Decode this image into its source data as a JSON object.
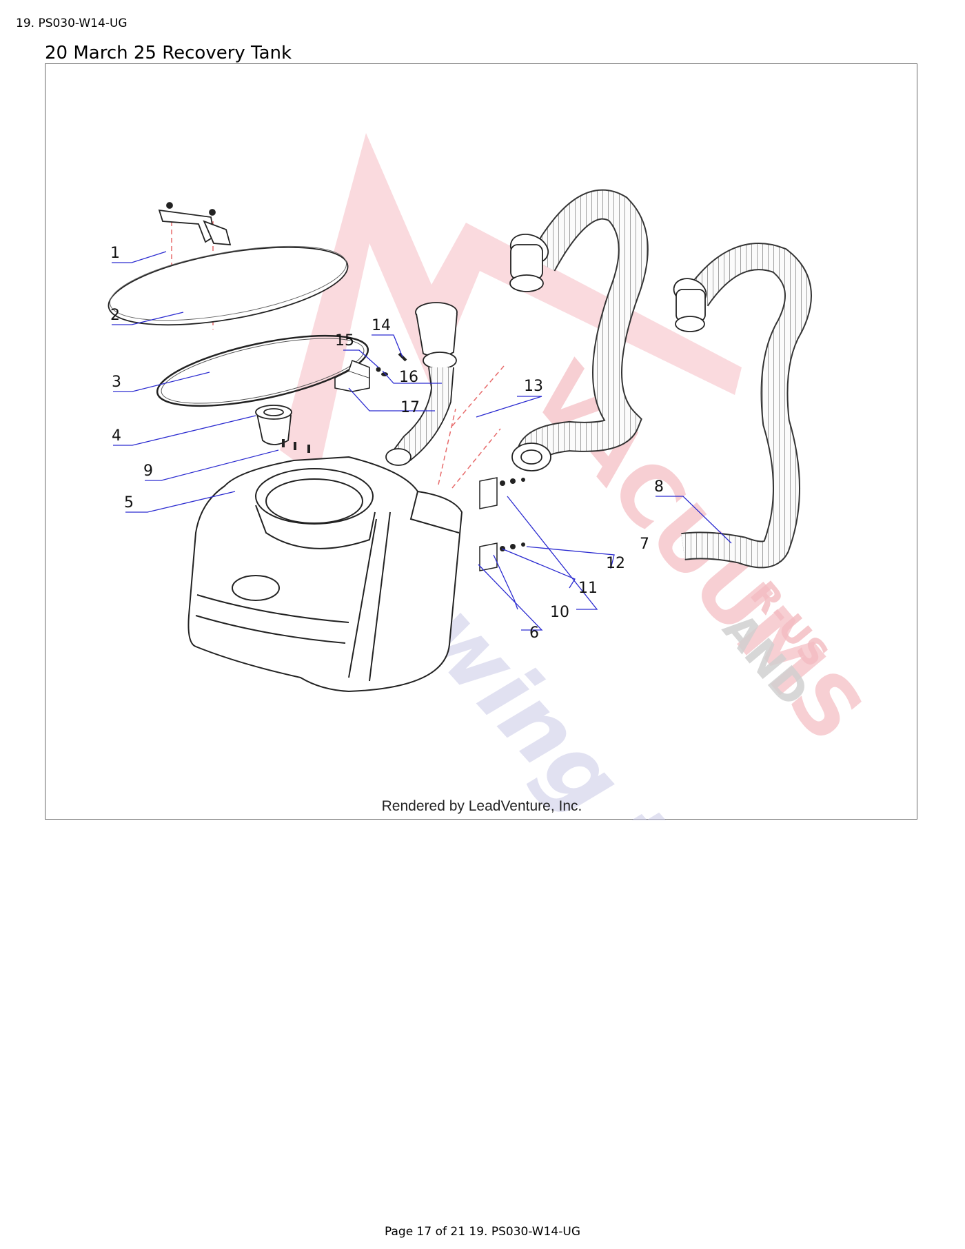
{
  "header": {
    "label": "19. PS030-W14-UG"
  },
  "page": {
    "title": "20 March 25 Recovery Tank"
  },
  "diagram": {
    "credit": "Rendered by LeadVenture, Inc.",
    "callouts": [
      "1",
      "2",
      "3",
      "4",
      "5",
      "6",
      "7",
      "8",
      "9",
      "10",
      "11",
      "12",
      "13",
      "14",
      "15",
      "16",
      "17"
    ],
    "watermark": {
      "line1": "VACUUMS",
      "line2": "R-US",
      "line3": "AND",
      "line4": "Sewing too"
    }
  },
  "footer": {
    "label": "Page 17 of 21 19. PS030-W14-UG"
  }
}
